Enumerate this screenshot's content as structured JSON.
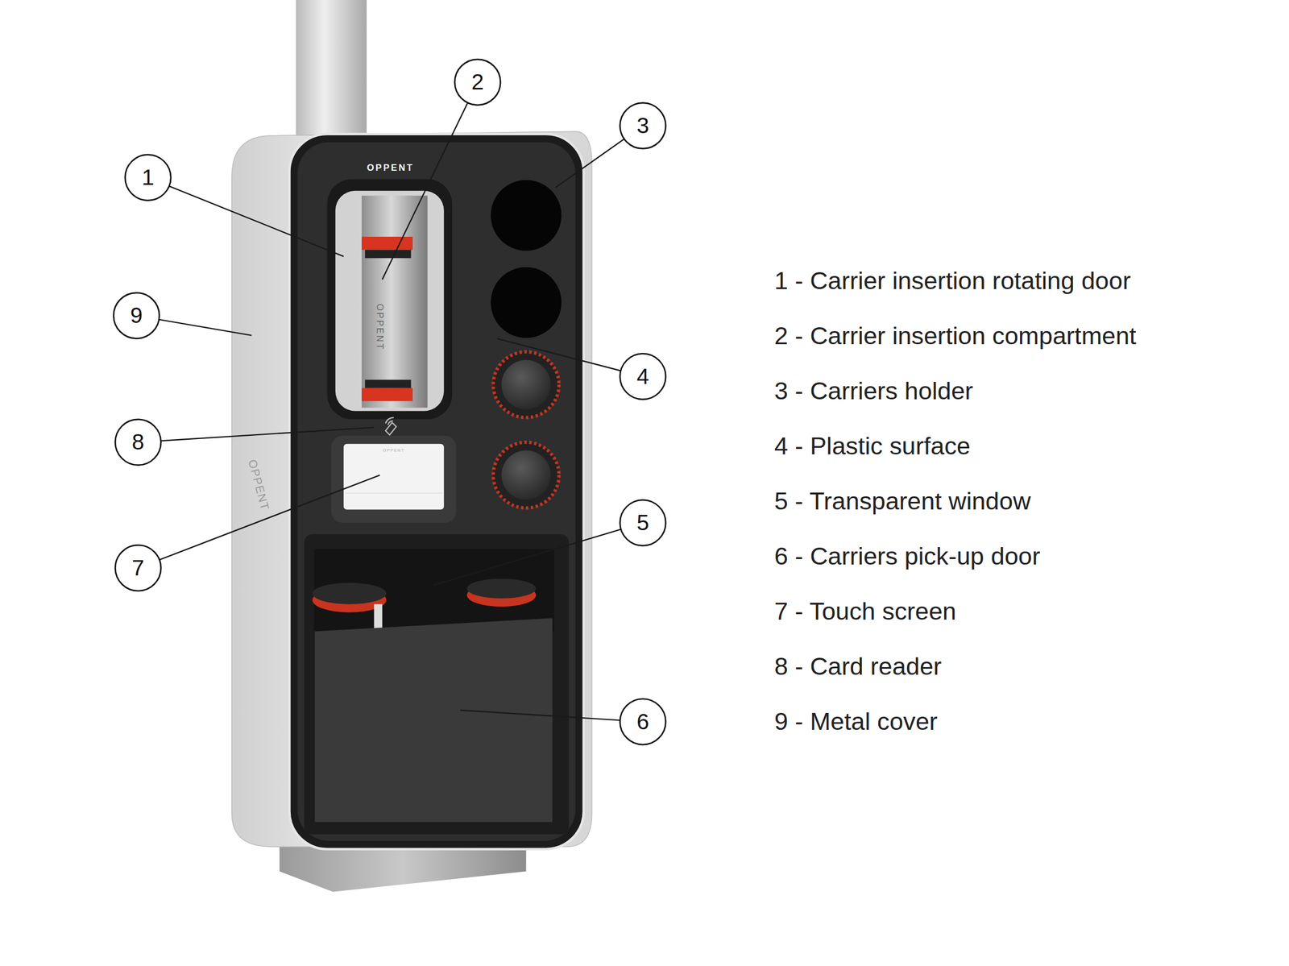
{
  "diagram": {
    "nodes": [
      {
        "text": [
          "2"
        ]
      },
      {
        "text": [
          "3"
        ]
      },
      {
        "text": [
          "1"
        ]
      },
      {
        "text": [
          "9"
        ]
      },
      {
        "text": [
          "4"
        ]
      },
      {
        "text": [
          "8"
        ]
      },
      {
        "text": [
          "5"
        ]
      },
      {
        "text": [
          "7"
        ]
      },
      {
        "text": [
          "6"
        ]
      }
    ],
    "labels": [
      "OPPENT",
      "OPPENT",
      "OPPENT",
      "OPPENT",
      "1 - Carrier insertion rotating door",
      "2 - Carrier insertion compartment",
      "3 - Carriers holder",
      "4 - Plastic surface",
      "5 - Transparent window",
      "6 - Carriers pick-up door",
      "7 - Touch screen",
      "8 - Card reader",
      "9 - Metal cover"
    ]
  }
}
